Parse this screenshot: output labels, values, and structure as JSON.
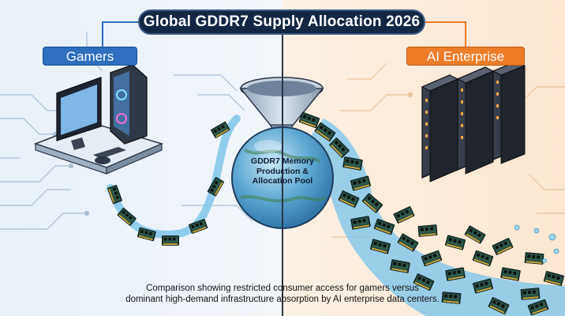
{
  "title": "Global GDDR7 Supply Allocation 2026",
  "labels": {
    "left": "Gamers",
    "right": "AI Enterprise",
    "pool_line1": "GDDR7 Memory",
    "pool_line2": "Production &",
    "pool_line3": "Allocation Pool"
  },
  "caption": {
    "line1": "Comparison showing restricted consumer access for gamers versus",
    "line2": "dominant high-demand infrastructure absorption by AI enterprise data centers."
  },
  "icons": {
    "left": "gaming-pc-icon",
    "right": "server-rack-icon",
    "center": "funnel-globe-icon"
  },
  "colors": {
    "title_bg": "#142742",
    "left_accent": "#2e6fbf",
    "right_accent": "#ee7d28",
    "memory_chip": "#2e5b4c",
    "water": "#7fc6ea"
  }
}
